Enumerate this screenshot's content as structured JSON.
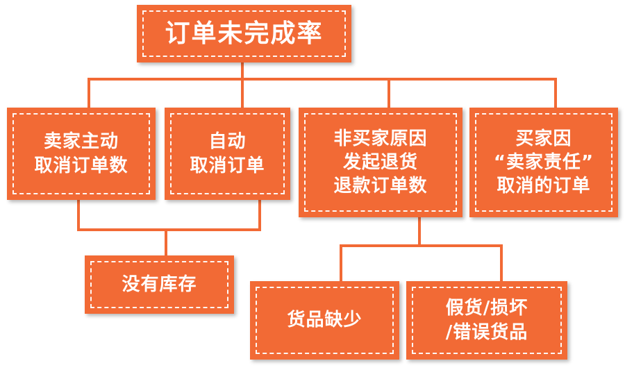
{
  "colors": {
    "box": "#f26a35",
    "connector": "#f26a35",
    "text": "#ffffff"
  },
  "root": {
    "lines": [
      "订单未完成率"
    ]
  },
  "level1": [
    {
      "lines": [
        "卖家主动",
        "取消订单数"
      ]
    },
    {
      "lines": [
        "自动",
        "取消订单"
      ]
    },
    {
      "lines": [
        "非买家原因",
        "发起退货",
        "退款订单数"
      ]
    },
    {
      "lines": [
        "买家因",
        "“卖家责任”",
        "取消的订单"
      ]
    }
  ],
  "level2": [
    {
      "lines": [
        "没有库存"
      ]
    },
    {
      "lines": [
        "货品缺少"
      ]
    },
    {
      "lines": [
        "假货/损坏",
        "/错误货品"
      ]
    }
  ]
}
